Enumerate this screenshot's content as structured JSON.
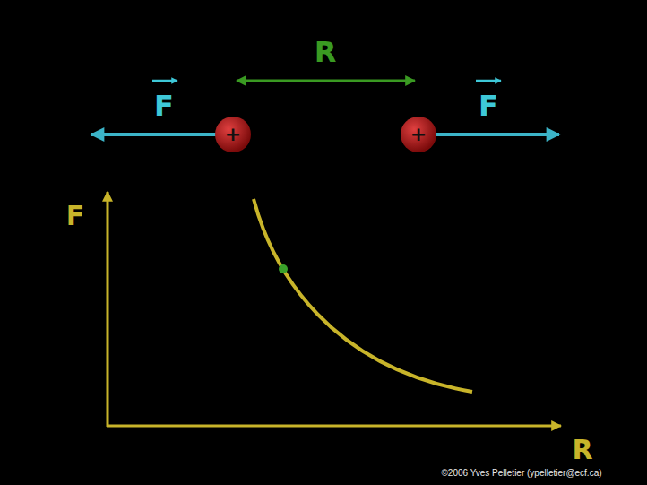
{
  "diagram": {
    "nodes": [
      {
        "text": [
          "+"
        ]
      },
      {
        "text": [
          "+"
        ]
      }
    ],
    "labels": [
      "R",
      "F",
      "F",
      "F",
      "R",
      "©2006 Yves Pelletier (ypelletier@ecf.ca)"
    ]
  }
}
